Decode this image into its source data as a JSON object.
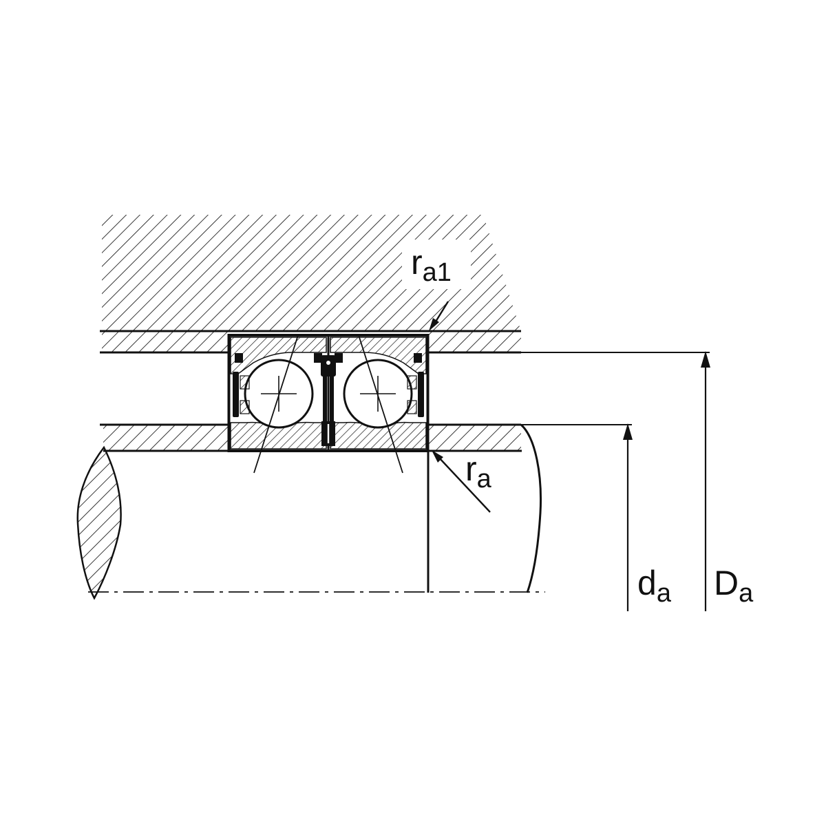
{
  "diagram": {
    "background_color": "#ffffff",
    "line_color": "#111111",
    "labels": {
      "housing_fillet_radius": {
        "base": "r",
        "subscript": "a1"
      },
      "shaft_fillet_radius": {
        "base": "r",
        "subscript": "a"
      },
      "shaft_abutment_diameter": {
        "base": "d",
        "subscript": "a"
      },
      "housing_abutment_diameter": {
        "base": "D",
        "subscript": "a"
      }
    }
  }
}
